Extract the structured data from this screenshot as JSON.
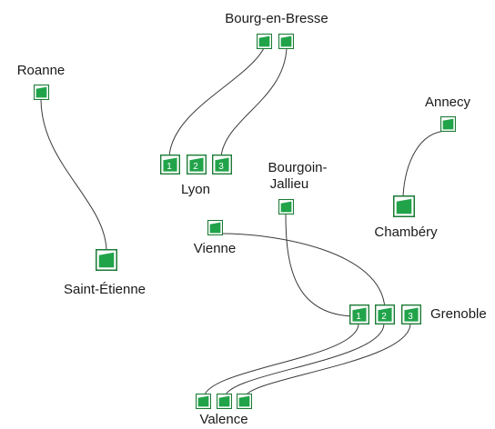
{
  "cities": {
    "bourg": "Bourg-en-Bresse",
    "roanne": "Roanne",
    "annecy": "Annecy",
    "lyon": "Lyon",
    "bourgoin_1": "Bourgoin-",
    "bourgoin_2": "Jallieu",
    "chambery": "Chambéry",
    "vienne": "Vienne",
    "saint_etienne": "Saint-Étienne",
    "grenoble": "Grenoble",
    "valence": "Valence"
  },
  "terminal_numbers": {
    "lyon": [
      "1",
      "2",
      "3"
    ],
    "grenoble": [
      "1",
      "2",
      "3"
    ]
  },
  "colors": {
    "node_fill": "#21a34a",
    "node_border": "#1b7a35",
    "line": "#3a3a3a",
    "text": "#1a1a1a"
  }
}
